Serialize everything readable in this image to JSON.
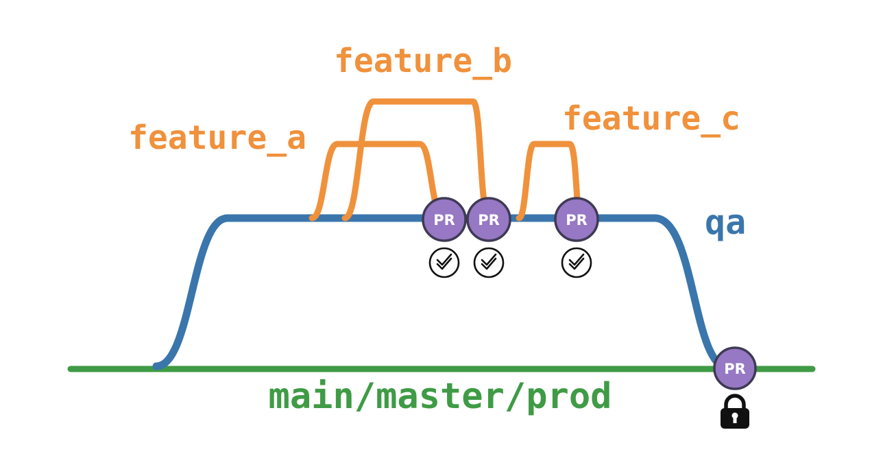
{
  "colors": {
    "feature_orange": "#F0913C",
    "qa_blue": "#3A76AC",
    "main_green": "#3F9B45",
    "pr_fill": "#9678C4",
    "pr_stroke": "#3E3A53",
    "pr_text": "#FFFFFF",
    "icon_black": "#111111"
  },
  "branches": {
    "feature_a": {
      "label": "feature_a"
    },
    "feature_b": {
      "label": "feature_b"
    },
    "feature_c": {
      "label": "feature_c"
    },
    "qa": {
      "label": "qa"
    },
    "main": {
      "label": "main/master/prod"
    }
  },
  "pr": {
    "label": "PR"
  },
  "icons": {
    "checks_passed": "double-check-circle-icon",
    "lock": "padlock-icon"
  }
}
